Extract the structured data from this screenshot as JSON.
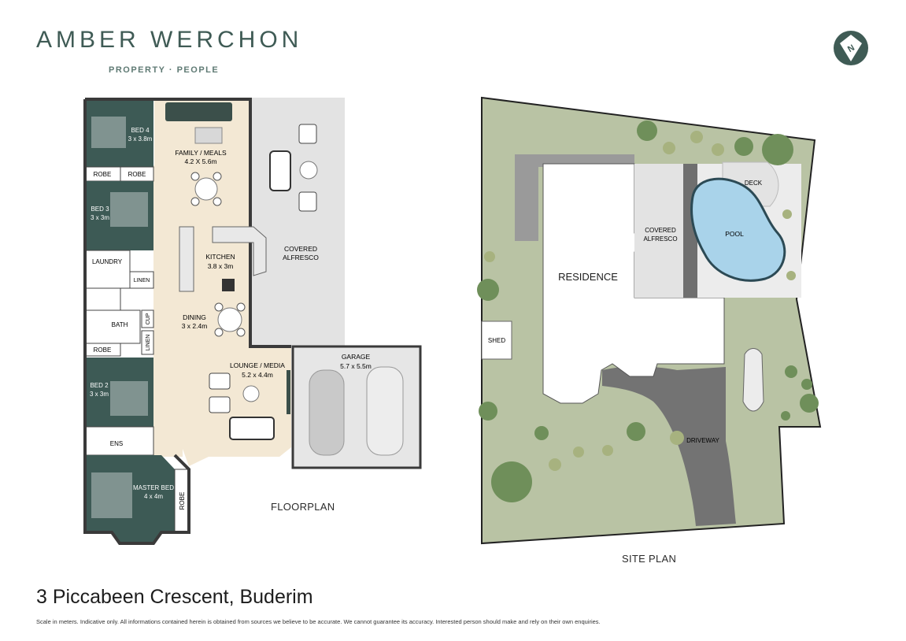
{
  "header": {
    "brand": "AMBER WERCHON",
    "tagline": "PROPERTY · PEOPLE",
    "compass_icon": "north-arrow-icon"
  },
  "floorplan": {
    "label": "FLOORPLAN",
    "rooms": {
      "bed4": {
        "name": "BED 4",
        "size": "3 x 3.8m"
      },
      "robe1": {
        "name": "ROBE"
      },
      "robe2": {
        "name": "ROBE"
      },
      "bed3": {
        "name": "BED 3",
        "size": "3 x 3m"
      },
      "laundry": {
        "name": "LAUNDRY"
      },
      "linen1": {
        "name": "LINEN"
      },
      "bath": {
        "name": "BATH"
      },
      "cup": {
        "name": "CUP"
      },
      "linen2": {
        "name": "LINEN"
      },
      "robe3": {
        "name": "ROBE"
      },
      "bed2": {
        "name": "BED 2",
        "size": "3 x 3m"
      },
      "ens": {
        "name": "ENS"
      },
      "master": {
        "name": "MASTER BED",
        "size": "4 x 4m"
      },
      "robe4": {
        "name": "ROBE"
      },
      "family": {
        "name": "FAMILY / MEALS",
        "size": "4.2 X 5.6m"
      },
      "kitchen": {
        "name": "KITCHEN",
        "size": "3.8 x 3m"
      },
      "dining": {
        "name": "DINING",
        "size": "3 x 2.4m"
      },
      "lounge": {
        "name": "LOUNGE / MEDIA",
        "size": "5.2 x 4.4m"
      },
      "alfresco": {
        "name1": "COVERED",
        "name2": "ALFRESCO"
      },
      "garage": {
        "name": "GARAGE",
        "size": "5.7 x 5.5m"
      }
    }
  },
  "siteplan": {
    "label": "SITE PLAN",
    "residence": "RESIDENCE",
    "shed": "SHED",
    "alfresco1": "COVERED",
    "alfresco2": "ALFRESCO",
    "pool": "POOL",
    "deck": "DECK",
    "driveway": "DRIVEWAY"
  },
  "footer": {
    "address": "3 Piccabeen Crescent, Buderim",
    "disclaimer": "Scale in meters. Indicative only. All informations contained herein is obtained from sources we believe to be accurate. We cannot guarantee its accuracy. Interested person should make and rely on their own enquiries."
  },
  "colors": {
    "brand": "#3f5b55",
    "bedroom": "#3d5a55",
    "living": "#f3e8d4",
    "alfresco": "#e3e3e3",
    "garage": "#e6e6e6",
    "lawn": "#b9c3a4",
    "pool": "#a9d3ea",
    "driveway": "#737373"
  }
}
